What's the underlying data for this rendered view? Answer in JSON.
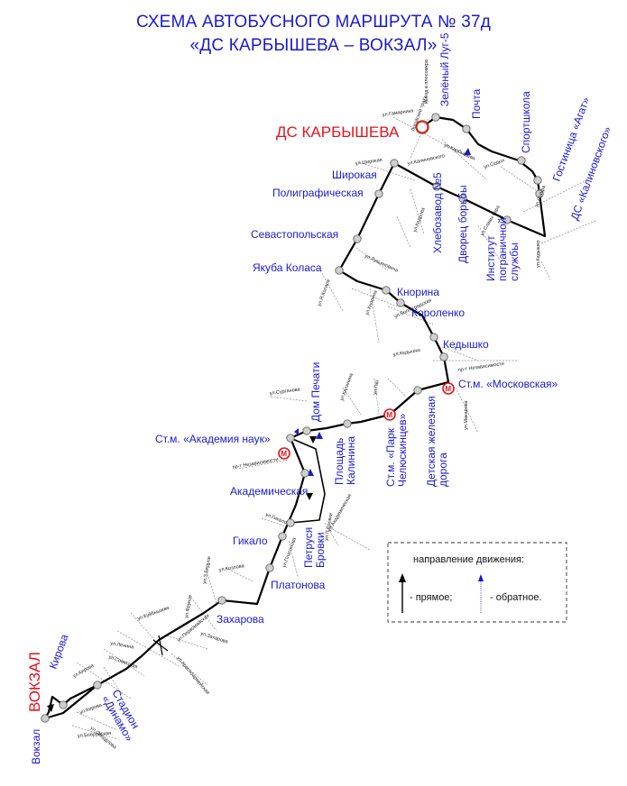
{
  "title": {
    "line1": "СХЕМА АВТОБУСНОГО МАРШРУТА № 37д",
    "line2": "«ДС КАРБЫШЕВА – ВОКЗАЛ»"
  },
  "terminals": {
    "start": "ДС КАРБЫШЕВА",
    "end": "ВОКЗАЛ"
  },
  "stops": [
    "Зелёный Луг-5",
    "Почта",
    "Спортшкола",
    "Гостиница «Агат»",
    "ДС «Калиновского»",
    "Институт пограничной службы",
    "Дворец борьбы",
    "Хлебозавод №5",
    "Широкая",
    "Полиграфическая",
    "Севастопольская",
    "Якуба Коласа",
    "Кнорина",
    "Короленко",
    "Кедышко",
    "Ст.м. «Московская»",
    "Детская железная дорога",
    "Ст.м. «Парк Челюскинцев»",
    "Площадь Калинина",
    "Дом Печати",
    "Ст.м. «Академия наук»",
    "Академическая",
    "Петруся Бровки",
    "Гикало",
    "Платонова",
    "Захарова",
    "Стадион «Динамо»",
    "Кирова",
    "Вокзал"
  ],
  "streets": [
    "ул.Гамарника",
    "выезд в плосомкра",
    "ул.Карбышева",
    "ул.Седых",
    "ул.Сейфа",
    "ул.Калиновского",
    "ул.Кедышко",
    "ул.Славы пара",
    "ул.Кедрова",
    "ул.Широкая",
    "Логойский тракт",
    "ул.Лукьяновича",
    "ул.Я.Коласа",
    "ул.Кнорина",
    "ул.Волгоградская",
    "ул.Кедышко",
    "пр-т Независимости",
    "ул.Макаёнка",
    "ул.Гая",
    "ул.Калинина",
    "ул.Сурганова",
    "пр-т Независимости",
    "ул.Академическая",
    "ул.П.Бровки",
    "ул.Гикало",
    "ул.Платонова",
    "ул.Козлова",
    "ул.З.Бядули",
    "ул.Фрунзе",
    "ул.Захарова",
    "ул.Первомайская",
    "ул.Куйбышева",
    "ул.Ленина",
    "ул.Советская",
    "ул.Кирова",
    "ул.Бобруйская",
    "ул.Свердлова",
    "ул.Кирова",
    "ул.Красноармейская"
  ],
  "legend": {
    "title": "направление движения:",
    "forward": "- прямое;",
    "reverse": "- обратное."
  },
  "metro_symbol": "М",
  "colors": {
    "title": "#1a1acc",
    "stop_text": "#1a1acc",
    "terminal": "#e0141e",
    "route": "#000000",
    "reverse_arrow": "#1a1acc",
    "stop_fill": "#cfcfcf",
    "stop_stroke": "#666666"
  }
}
